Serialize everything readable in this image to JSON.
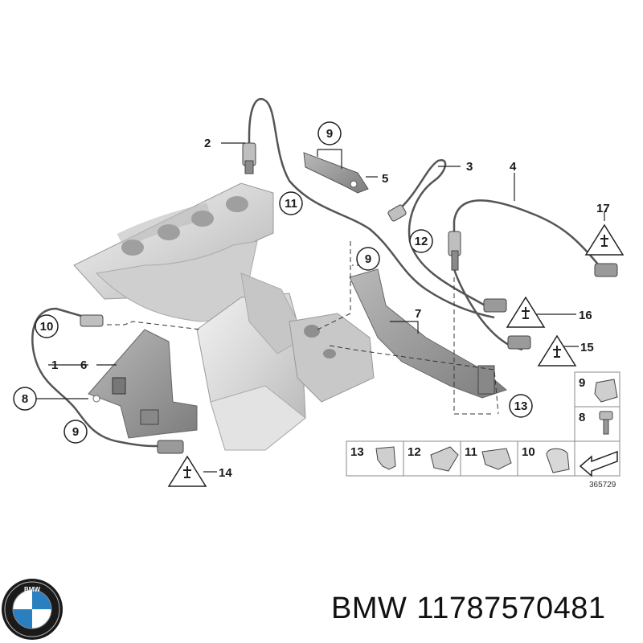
{
  "diagram": {
    "callouts": {
      "c1": "1",
      "c2": "2",
      "c3": "3",
      "c4": "4",
      "c5": "5",
      "c6": "6",
      "c7": "7",
      "c8": "8",
      "c9a": "9",
      "c9b": "9",
      "c9c": "9",
      "c10": "10",
      "c11": "11",
      "c12": "12",
      "c13": "13",
      "c14": "14",
      "c15": "15",
      "c16": "16",
      "c17": "17"
    },
    "parts_table": {
      "row1": [
        "13",
        "12",
        "11",
        "10"
      ],
      "side": [
        "9",
        "8"
      ]
    },
    "reference_number": "365729"
  },
  "footer": {
    "brand": "BMW",
    "part_number": "11787570481"
  },
  "colors": {
    "line": "#333333",
    "part_fill": "#d8d8d8",
    "part_shadow": "#a8a8a8",
    "logo_blue": "#2a7fc1"
  }
}
